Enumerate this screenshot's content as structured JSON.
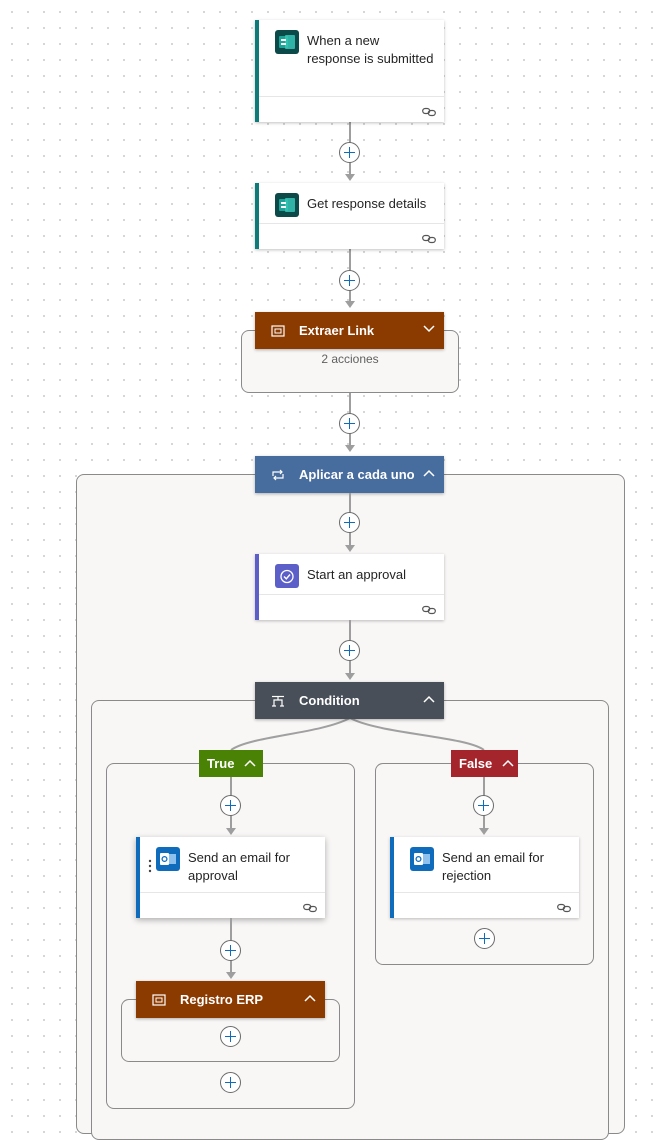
{
  "steps": {
    "trigger": {
      "title": "When a new response is submitted",
      "icon": "forms-icon"
    },
    "get_details": {
      "title": "Get response details",
      "icon": "forms-icon"
    },
    "extraer_link": {
      "title": "Extraer Link",
      "subtitle": "2 acciones",
      "icon": "scope-icon"
    },
    "foreach": {
      "title": "Aplicar a cada uno",
      "icon": "loop-icon"
    },
    "approval": {
      "title": "Start an approval",
      "icon": "approvals-icon"
    },
    "condition": {
      "title": "Condition",
      "icon": "condition-icon"
    },
    "true_branch": {
      "label": "True"
    },
    "false_branch": {
      "label": "False"
    },
    "email_approval": {
      "title": "Send an email for approval",
      "icon": "outlook-icon"
    },
    "email_rejection": {
      "title": "Send an email for rejection",
      "icon": "outlook-icon"
    },
    "registro_erp": {
      "title": "Registro ERP",
      "icon": "scope-icon"
    }
  },
  "colors": {
    "forms_accent": "#0f7b79",
    "scope": "#8b3a00",
    "foreach": "#476c9e",
    "approval_accent": "#5b5fc7",
    "condition": "#484f58",
    "true": "#498205",
    "false": "#a4262c",
    "outlook_accent": "#0f6cbd"
  }
}
